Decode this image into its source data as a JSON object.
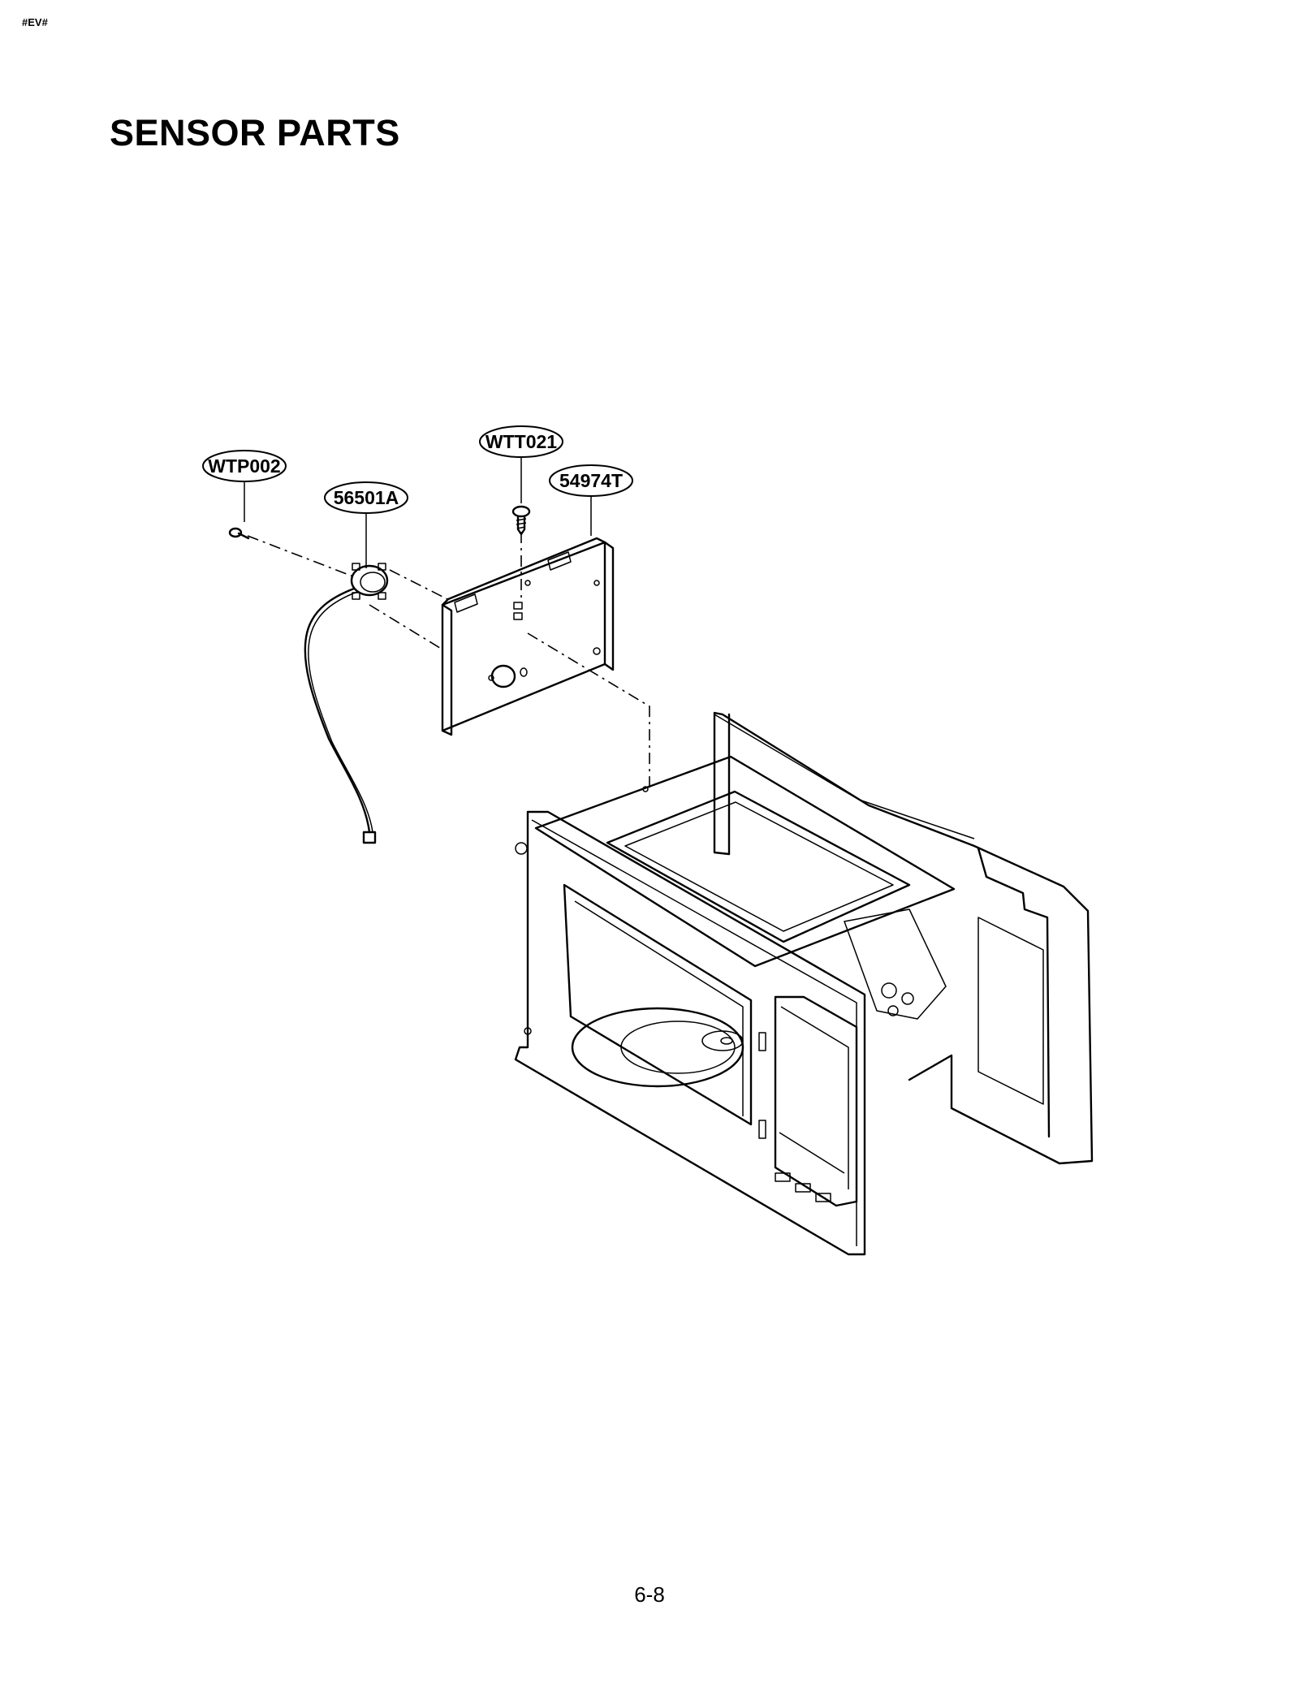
{
  "header": {
    "corner_tag": "#EV#",
    "title": "SENSOR PARTS"
  },
  "callouts": [
    "WTP002",
    "56501A",
    "WTT021",
    "54974T"
  ],
  "footer": {
    "page_number": "6-8"
  }
}
